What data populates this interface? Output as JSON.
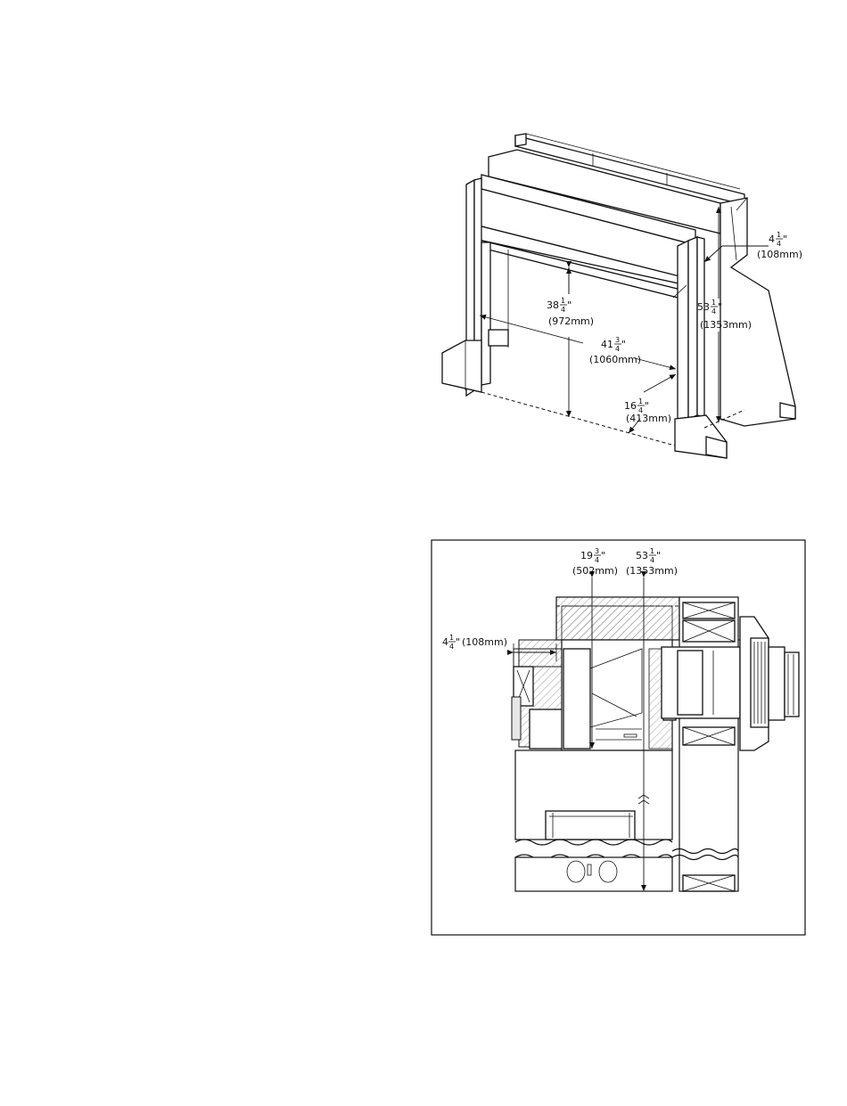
{
  "framing": {
    "depth_top": {
      "whole": "4",
      "num": "1",
      "den": "4",
      "unit": "\"",
      "mm": "(108mm)"
    },
    "opening_height": {
      "whole": "38",
      "num": "1",
      "den": "4",
      "unit": "\"",
      "mm": "(972mm)"
    },
    "overall_height": {
      "whole": "53",
      "num": "1",
      "den": "4",
      "unit": "\"",
      "mm": "(1353mm)"
    },
    "opening_width": {
      "whole": "41",
      "num": "3",
      "den": "4",
      "unit": "\"",
      "mm": "(1060mm)"
    },
    "floor_depth": {
      "whole": "16",
      "num": "1",
      "den": "4",
      "unit": "\"",
      "mm": "(413mm)"
    }
  },
  "side_view": {
    "depth_inner": {
      "whole": "19",
      "num": "3",
      "den": "4",
      "unit": "\"",
      "mm": "(502mm)"
    },
    "overall_height": {
      "whole": "53",
      "num": "1",
      "den": "4",
      "unit": "\"",
      "mm": "(1353mm)"
    },
    "offset": {
      "whole": "4",
      "num": "1",
      "den": "4",
      "unit": "\"",
      "mm": "(108mm)"
    }
  }
}
